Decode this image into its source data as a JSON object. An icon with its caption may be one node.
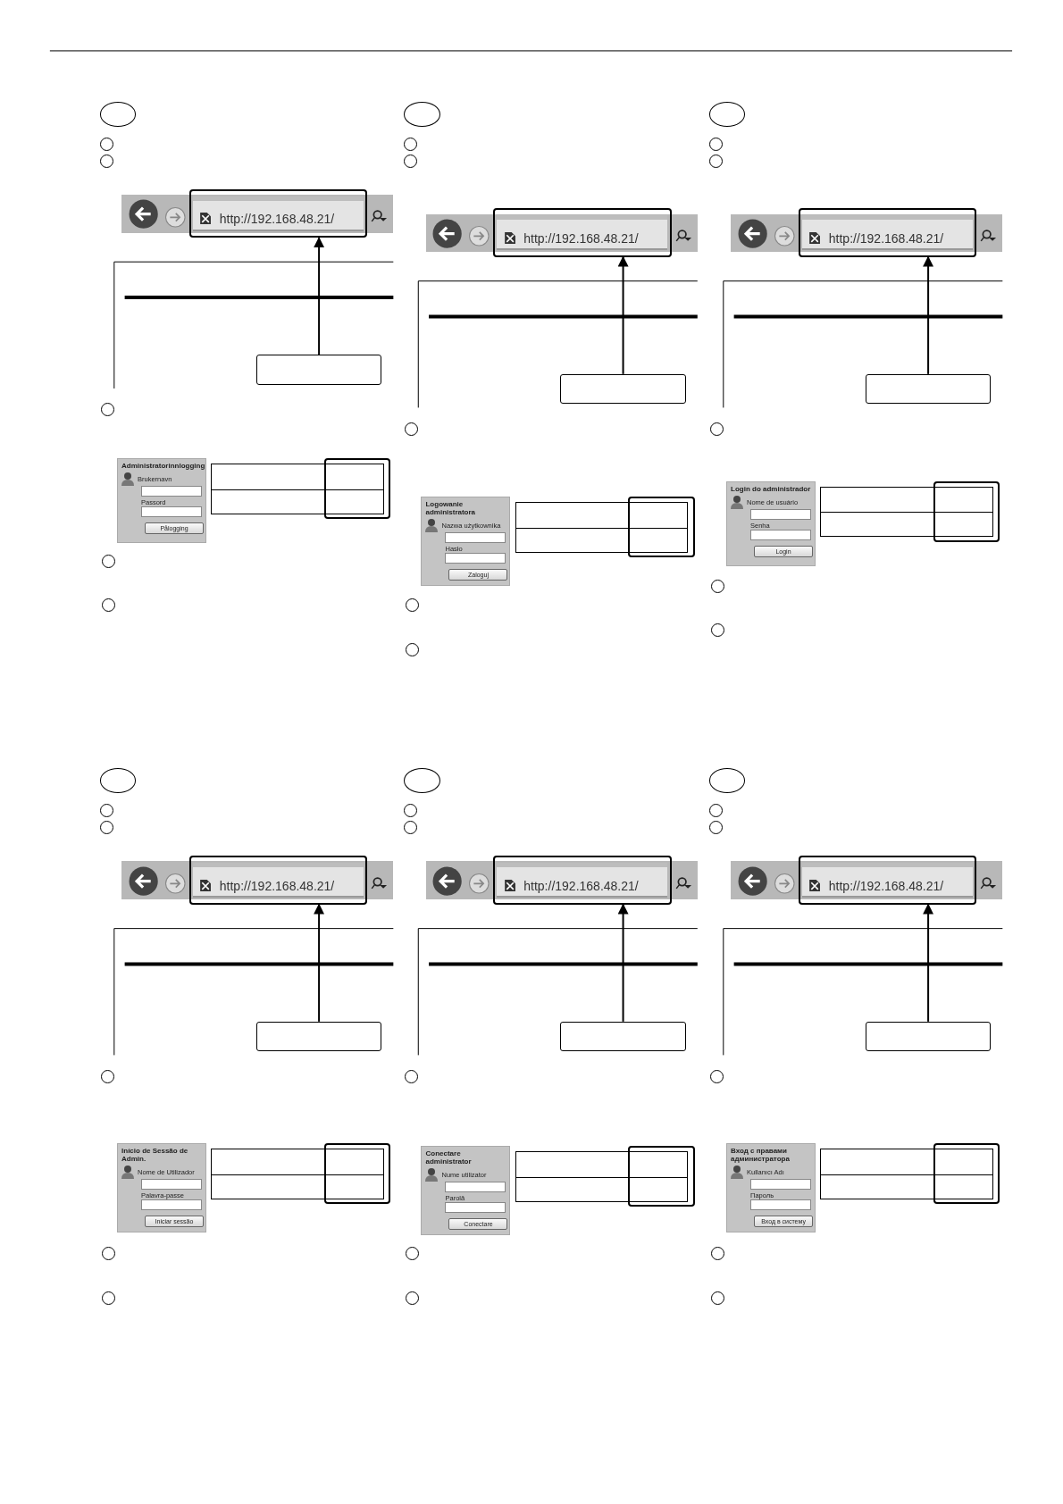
{
  "diagram": {
    "nodes": [
      {
        "text": [
          "http://192.168.48.21/"
        ]
      },
      {
        "text": [],
        "shape": "box"
      },
      {
        "text": [],
        "shape": "table"
      },
      {
        "text": [
          "http://192.168.48.21/"
        ]
      },
      {
        "text": [],
        "shape": "box"
      },
      {
        "text": [],
        "shape": "table"
      },
      {
        "text": [
          "http://192.168.48.21/"
        ]
      },
      {
        "text": [],
        "shape": "box"
      },
      {
        "text": [],
        "shape": "table"
      },
      {
        "text": [
          "http://192.168.48.21/"
        ]
      },
      {
        "text": [],
        "shape": "box"
      },
      {
        "text": [],
        "shape": "table"
      },
      {
        "text": [
          "http://192.168.48.21/"
        ]
      },
      {
        "text": [],
        "shape": "box"
      },
      {
        "text": [],
        "shape": "table"
      },
      {
        "text": [
          "http://192.168.48.21/"
        ]
      },
      {
        "text": [],
        "shape": "box"
      },
      {
        "text": [],
        "shape": "table"
      }
    ],
    "edges": [
      {
        "from": 1,
        "to": 0,
        "arrow": "to"
      },
      {
        "from": 4,
        "to": 3,
        "arrow": "to"
      },
      {
        "from": 7,
        "to": 6,
        "arrow": "to"
      },
      {
        "from": 10,
        "to": 9,
        "arrow": "to"
      },
      {
        "from": 13,
        "to": 12,
        "arrow": "to"
      },
      {
        "from": 16,
        "to": 15,
        "arrow": "to"
      }
    ],
    "labels": [
      "Administratorinnlogging",
      "Brukernavn",
      "Passord",
      "Pålogging",
      "Logowanie administratora",
      "Nazwa użytkownika",
      "Hasło",
      "Zaloguj",
      "Login do administrador",
      "Nome de usuário",
      "Senha",
      "Login",
      "Início de Sessão de Admin.",
      "Nome de Utilizador",
      "Palavra-passe",
      "Iniciar sessão",
      "Conectare administrator",
      "Nume utilizator",
      "Parolă",
      "Conectare",
      "Вход с правами администратора",
      "Kullanıcı Adı",
      "Пароль",
      "Вход в систему"
    ]
  }
}
